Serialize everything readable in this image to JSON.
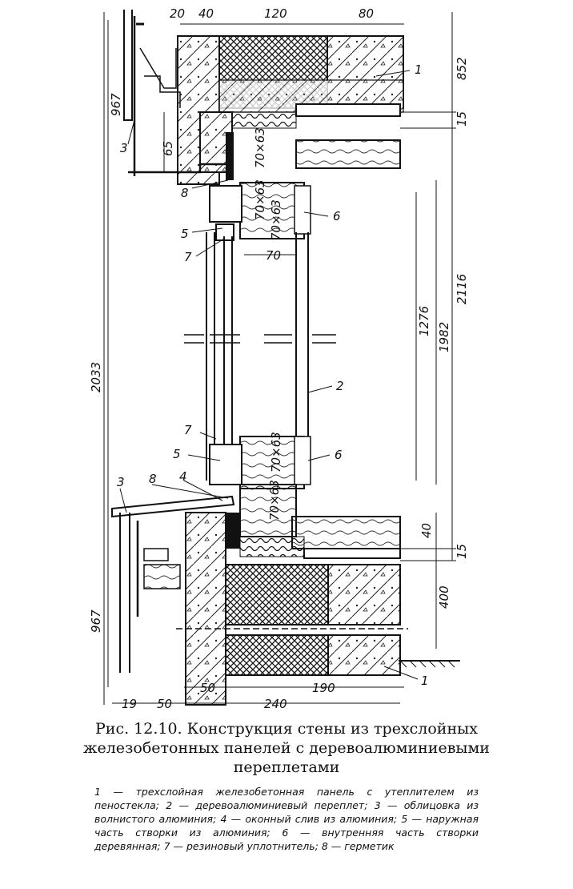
{
  "figure": {
    "caption_title": "Рис. 12.10. Конструкция стены из трехслойных железобетонных панелей с деревоалюминиевыми переплетами",
    "legend": [
      {
        "num": "1",
        "text": "трехслойная железобетонная панель с утеплителем из пеностекла;"
      },
      {
        "num": "2",
        "text": "деревоалюминиевый переплет;"
      },
      {
        "num": "3",
        "text": "облицовка из волнистого алюминия;"
      },
      {
        "num": "4",
        "text": "оконный слив из алюминия;"
      },
      {
        "num": "5",
        "text": "наружная часть створки из алюминия;"
      },
      {
        "num": "6",
        "text": "внутренняя часть створки деревянная;"
      },
      {
        "num": "7",
        "text": "резиновый уплотнитель;"
      },
      {
        "num": "8",
        "text": "герметик"
      }
    ]
  },
  "dimensions": {
    "top_20": "20",
    "top_40": "40",
    "top_120": "120",
    "top_80": "80",
    "right_852": "852",
    "right_15_top": "15",
    "right_2116": "2116",
    "right_1982": "1982",
    "right_1276": "1276",
    "right_40": "40",
    "right_15_bottom": "15",
    "right_400": "400",
    "left_967_top": "967",
    "left_65": "65",
    "left_2033": "2033",
    "left_967_bottom": "967",
    "mid_70": "70",
    "section_70x63_a": "70×63",
    "section_70x63_b": "70×63",
    "section_70x63_c": "70×63",
    "section_70x63_d": "70×63",
    "section_70x63_e": "70×63",
    "bottom_50": "50",
    "bottom_190": "190",
    "bottom_19": "19",
    "bottom_50b": "50",
    "bottom_240": "240"
  },
  "callouts": {
    "c1_top": "1",
    "c3_top": "3",
    "c8_top": "8",
    "c6_top": "6",
    "c5_top": "5",
    "c7_top": "7",
    "c2": "2",
    "c7_bottom": "7",
    "c5_bottom": "5",
    "c6_bottom": "6",
    "c3_bottom": "3",
    "c8_bottom": "8",
    "c4": "4",
    "c1_bottom": "1"
  }
}
